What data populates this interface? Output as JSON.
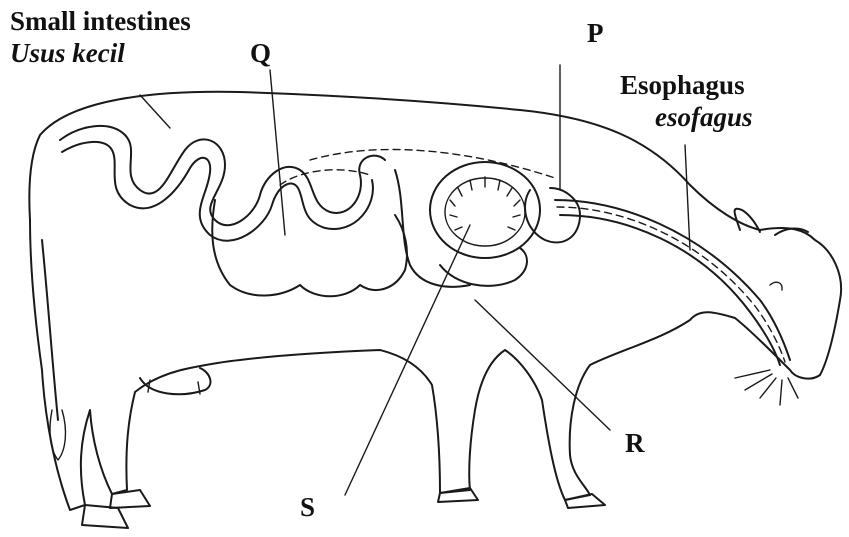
{
  "labels": {
    "small_intestines_en": "Small intestines",
    "small_intestines_ms": "Usus kecil",
    "esophagus_en": "Esophagus",
    "esophagus_ms": "esofagus",
    "P": "P",
    "Q": "Q",
    "R": "R",
    "S": "S"
  },
  "colors": {
    "ink": "#1a1a1a",
    "background": "#ffffff"
  }
}
